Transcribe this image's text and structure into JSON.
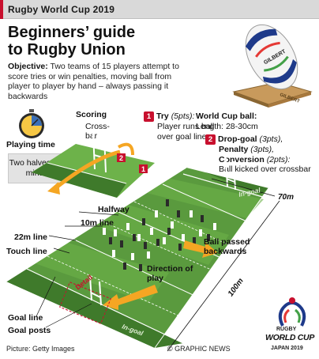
{
  "header": {
    "title": "Rugby World Cup 2019"
  },
  "guide": {
    "title_line1": "Beginners’ guide",
    "title_line2": "to Rugby Union",
    "objective_label": "Objective:",
    "objective_text": "Two teams of 15 players attempt to score tries or win penalties, moving ball from player to player by hand – always passing it backwards"
  },
  "ball": {
    "label": "World Cup ball:",
    "length": "Length: 28-30cm",
    "brand_text": "GILBERT",
    "stand_text": "GILBERT"
  },
  "scoring": {
    "label": "Scoring",
    "crossbar": "Cross-bar",
    "try_number": "1",
    "try_label": "Try",
    "try_points": "(5pts):",
    "try_desc": "Player runs ball over goal line",
    "drop_number": "2",
    "drop_label": "Drop-goal",
    "drop_points": "(3pts),",
    "penalty_label": "Penalty",
    "penalty_points": "(3pts),",
    "conversion_label": "Conversion",
    "conversion_points": "(2pts):",
    "drop_desc": "Ball kicked over crossbar"
  },
  "time": {
    "label": "Playing time",
    "halves": "Two halves of 40 minutes",
    "clock_icon": "stopwatch-icon"
  },
  "pitch": {
    "halfway": "Halfway",
    "ten_m": "10m line",
    "twenty_two": "22m line",
    "touch": "Touch line",
    "goal_line": "Goal line",
    "goal_posts": "Goal posts",
    "passed_back": "Ball passed backwards",
    "direction": "Direction of play",
    "ingoal_top": "In-goal",
    "ingoal_bottom": "In-goal",
    "detail": "Detail",
    "width": "70m",
    "length": "100m",
    "colors": {
      "grass": "#5a9a3e",
      "stripe": "#6db24a",
      "dark": "#3f7a2b",
      "accent": "#f5a623",
      "red": "#c8102e"
    }
  },
  "footer": {
    "picture": "Picture: Getty Images",
    "copyright": "© GRAPHIC NEWS",
    "logo_line1": "RUGBY",
    "logo_line2": "WORLD CUP",
    "logo_line3": "JAPAN 2019"
  }
}
